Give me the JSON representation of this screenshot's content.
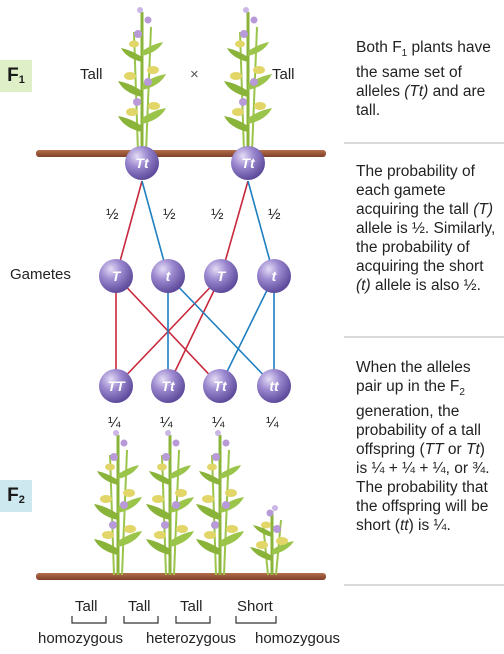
{
  "f1": {
    "badge_letter": "F",
    "badge_sub": "1",
    "badge_color": "#dff0c8",
    "left_label": "Tall",
    "cross_symbol": "×",
    "right_label": "Tall"
  },
  "parents": [
    {
      "genotype": "Tt"
    },
    {
      "genotype": "Tt"
    }
  ],
  "gametes_label": "Gametes",
  "gamete_probs": [
    "½",
    "½",
    "½",
    "½"
  ],
  "gametes": [
    {
      "allele": "T"
    },
    {
      "allele": "t"
    },
    {
      "allele": "T"
    },
    {
      "allele": "t"
    }
  ],
  "offspring": [
    {
      "genotype": "TT",
      "prob": "¼"
    },
    {
      "genotype": "Tt",
      "prob": "¼"
    },
    {
      "genotype": "Tt",
      "prob": "¼"
    },
    {
      "genotype": "tt",
      "prob": "¼"
    }
  ],
  "f2": {
    "badge_letter": "F",
    "badge_sub": "2",
    "badge_color": "#cde9ef"
  },
  "phenotypes": [
    "Tall",
    "Tall",
    "Tall",
    "Short"
  ],
  "zygosity": [
    "homozygous",
    "heterozygous",
    "homozygous"
  ],
  "colors": {
    "red_line": "#c8283c",
    "blue_line": "#1f7fc0",
    "sphere": "#8a76c4",
    "ground": "#9e5a3c",
    "stem": "#8ab33a",
    "flower": "#b89ad8",
    "seed": "#e2d668"
  },
  "notes": {
    "f1_note": {
      "p1": "Both F",
      "sub": "1",
      "p2": " plants have the same set of alleles ",
      "alleles": "(Tt)",
      "p3": " and are tall."
    },
    "gamete_note": {
      "p1": "The probability of each gamete acquiring the tall ",
      "tall_allele": "(T)",
      "p2": " allele is ½. Similarly, the probability of acquiring the short ",
      "short_allele": "(t)",
      "p3": " allele is also ½."
    },
    "f2_note": {
      "p1": "When the alleles pair up in the F",
      "sub": "2",
      "p2": " generation, the probability of a tall offspring (",
      "tt1": "TT",
      "p3": " or ",
      "tt2": "Tt",
      "p4": ") is ¼ + ¼ + ¼, or ¾. The probability that the offspring will be short (",
      "tt3": "tt",
      "p5": ") is ¼."
    }
  }
}
